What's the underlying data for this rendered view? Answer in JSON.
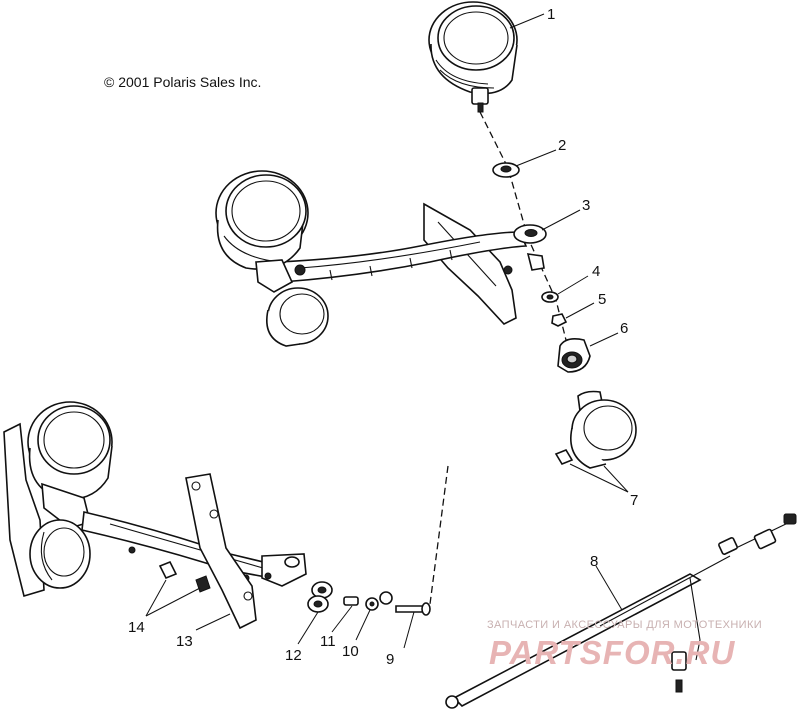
{
  "copyright": "© 2001 Polaris Sales Inc.",
  "callouts": [
    {
      "id": "1",
      "label": "1"
    },
    {
      "id": "2",
      "label": "2"
    },
    {
      "id": "3",
      "label": "3"
    },
    {
      "id": "4",
      "label": "4"
    },
    {
      "id": "5",
      "label": "5"
    },
    {
      "id": "6",
      "label": "6"
    },
    {
      "id": "7",
      "label": "7"
    },
    {
      "id": "8",
      "label": "8"
    },
    {
      "id": "9",
      "label": "9"
    },
    {
      "id": "10",
      "label": "10"
    },
    {
      "id": "11",
      "label": "11"
    },
    {
      "id": "12",
      "label": "12"
    },
    {
      "id": "13",
      "label": "13"
    },
    {
      "id": "14",
      "label": "14"
    }
  ],
  "watermark": {
    "line1": "ЗАПЧАСТИ И АКСЕССУАРЫ ДЛЯ МОТОТЕХНИКИ",
    "line2": "PARTSFOR.RU"
  }
}
